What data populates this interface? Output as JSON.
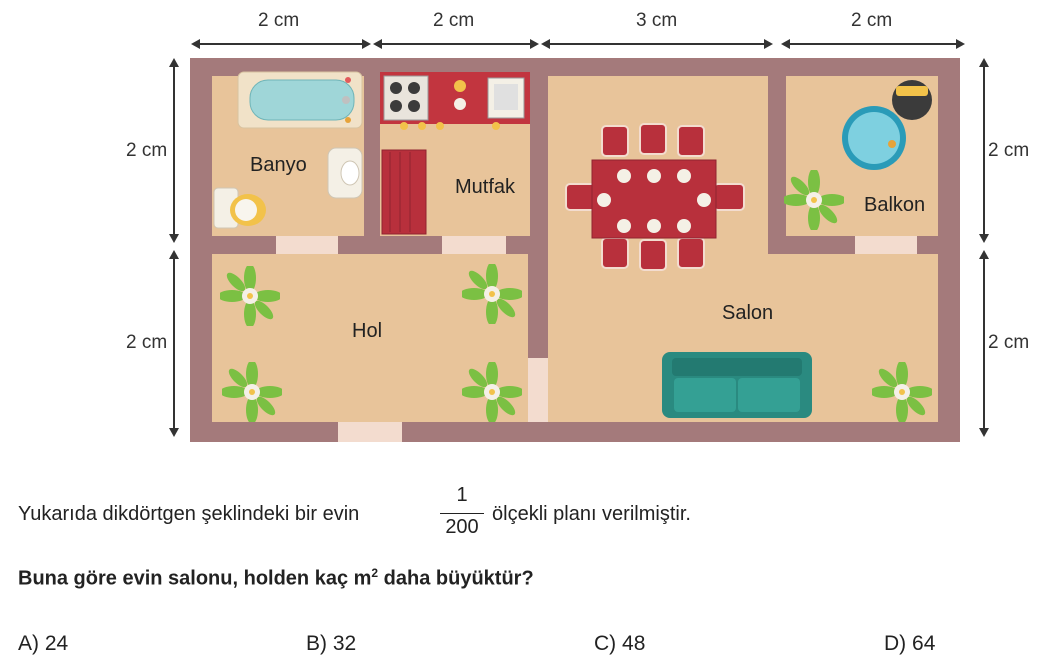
{
  "plan": {
    "top_dims": [
      "2 cm",
      "2 cm",
      "3 cm",
      "2 cm"
    ],
    "left_dims": [
      "2 cm",
      "2 cm"
    ],
    "right_dims": [
      "2 cm",
      "2 cm"
    ],
    "rooms": {
      "banyo": "Banyo",
      "mutfak": "Mutfak",
      "hol": "Hol",
      "salon": "Salon",
      "balkon": "Balkon"
    },
    "colors": {
      "wall": "#a47a7b",
      "floor": "#e8c49a",
      "door": "#f3dccf",
      "sofa": "#2a8a80",
      "table": "#b8303c",
      "plant": "#7bc043"
    }
  },
  "question": {
    "intro_before": "Yukarıda dikdörtgen şeklindeki bir evin",
    "fraction_num": "1",
    "fraction_den": "200",
    "intro_after": "ölçekli planı verilmiştir.",
    "prompt_before": "Buna göre evin salonu, holden kaç m",
    "prompt_sup": "2",
    "prompt_after": " daha büyüktür?"
  },
  "options": [
    {
      "label": "A)",
      "value": "24"
    },
    {
      "label": "B)",
      "value": "32"
    },
    {
      "label": "C)",
      "value": "48"
    },
    {
      "label": "D)",
      "value": "64"
    }
  ]
}
